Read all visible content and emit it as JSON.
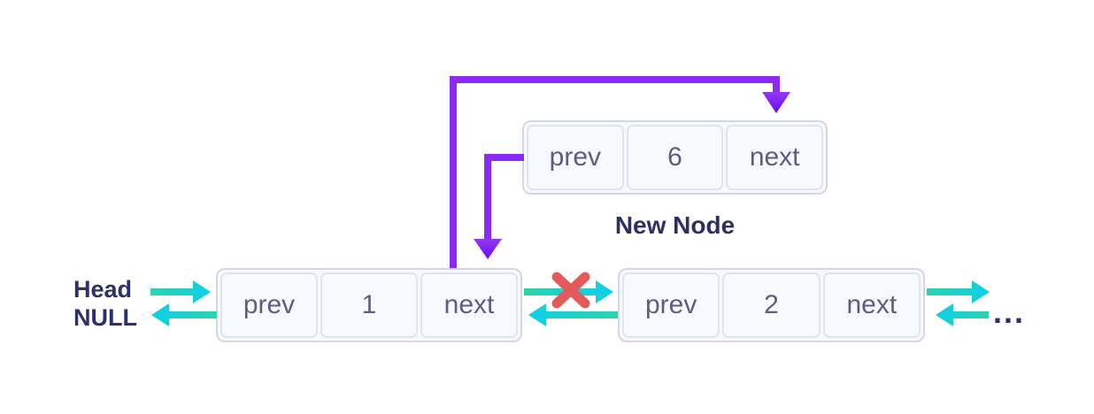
{
  "diagram": {
    "head_label": "Head",
    "null_label": "NULL",
    "new_node_label": "New Node",
    "ellipsis_label": "...",
    "nodes": {
      "new_node": {
        "prev": "prev",
        "value": "6",
        "next": "next"
      },
      "node1": {
        "prev": "prev",
        "value": "1",
        "next": "next"
      },
      "node2": {
        "prev": "prev",
        "value": "2",
        "next": "next"
      }
    },
    "colors": {
      "teal_arrow_start": "#2dd2a9",
      "teal_arrow_end": "#0ccfe9",
      "purple_arrow": "#8a2af3",
      "red_x": "#e25b5b",
      "label_text": "#2b3166",
      "cell_text": "#5a5e80",
      "cell_fill": "#f8f9fd",
      "cell_border": "#e1e4ee",
      "box_border": "#d3d8e5",
      "canvas_bg": "#ffffff"
    }
  }
}
